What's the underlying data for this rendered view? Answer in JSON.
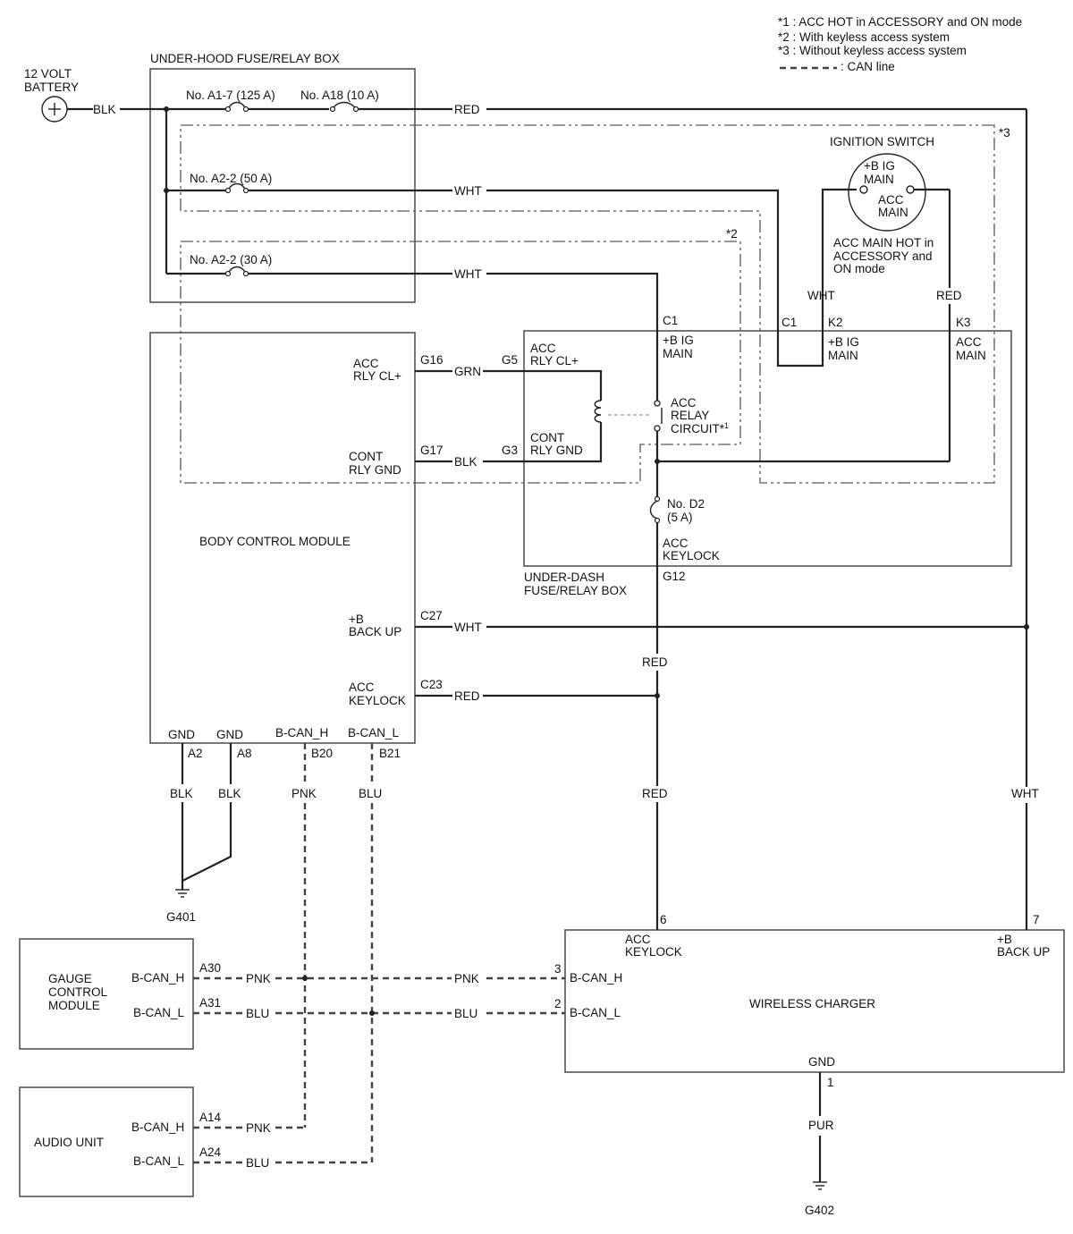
{
  "notes": {
    "n1": "*1 : ACC HOT in ACCESSORY and ON mode",
    "n2": "*2 : With keyless access system",
    "n3": "*3 : Without keyless access system",
    "n4": ": CAN line",
    "mark1": "*1",
    "mark2": "*2",
    "mark3": "*3"
  },
  "battery": {
    "line1": "12 VOLT",
    "line2": "BATTERY",
    "wire": "BLK"
  },
  "underhood": {
    "title": "UNDER-HOOD FUSE/RELAY BOX",
    "fuse_a17": "No. A1-7 (125 A)",
    "fuse_a18": "No. A18 (10 A)",
    "fuse_a22_50": "No. A2-2 (50 A)",
    "fuse_a22_30": "No. A2-2 (30 A)"
  },
  "wires": {
    "red_top": "RED",
    "wht_1": "WHT",
    "wht_2": "WHT",
    "wht_ign": "WHT",
    "red_ign": "RED",
    "grn": "GRN",
    "blk_g17": "BLK",
    "wht_c27": "WHT",
    "red_mid": "RED",
    "red_c23": "RED",
    "red_low": "RED",
    "wht_right": "WHT",
    "blk_a2": "BLK",
    "blk_a8": "BLK",
    "pnk_b20": "PNK",
    "blu_b21": "BLU",
    "pnk_gauge": "PNK",
    "blu_gauge": "BLU",
    "pnk_wc": "PNK",
    "blu_wc": "BLU",
    "pnk_audio": "PNK",
    "blu_audio": "BLU",
    "pur": "PUR"
  },
  "ignition": {
    "title": "IGNITION SWITCH",
    "bigmain_1": "+B IG",
    "bigmain_2": "MAIN",
    "accmain_1": "ACC",
    "accmain_2": "MAIN",
    "note_1": "ACC MAIN HOT in",
    "note_2": "ACCESSORY and",
    "note_3": "ON mode"
  },
  "bcm": {
    "title": "BODY CONTROL MODULE",
    "acc_rly_1": "ACC",
    "acc_rly_2": "RLY CL+",
    "cont_rly_1": "CONT",
    "cont_rly_2": "RLY GND",
    "backup_1": "+B",
    "backup_2": "BACK UP",
    "keylock_1": "ACC",
    "keylock_2": "KEYLOCK",
    "gnd1": "GND",
    "gnd2": "GND",
    "bcanh": "B-CAN_H",
    "bcanl": "B-CAN_L",
    "pin_g16": "G16",
    "pin_g17": "G17",
    "pin_c27": "C27",
    "pin_c23": "C23",
    "pin_a2": "A2",
    "pin_a8": "A8",
    "pin_b20": "B20",
    "pin_b21": "B21"
  },
  "underdash": {
    "title_1": "UNDER-DASH",
    "title_2": "FUSE/RELAY BOX",
    "pin_c1a": "C1",
    "pin_c1b": "C1",
    "pin_k2": "K2",
    "pin_k3": "K3",
    "pin_g5": "G5",
    "pin_g3": "G3",
    "pin_g12": "G12",
    "big_1": "+B IG",
    "big_2": "MAIN",
    "big2_1": "+B IG",
    "big2_2": "MAIN",
    "accmain_1": "ACC",
    "accmain_2": "MAIN",
    "accrly_1": "ACC",
    "accrly_2": "RLY CL+",
    "contrly_1": "CONT",
    "contrly_2": "RLY GND",
    "relay_1": "ACC",
    "relay_2": "RELAY",
    "relay_3": "CIRCUIT*",
    "relay_sup": "1",
    "fuse_d2_1": "No. D2",
    "fuse_d2_2": "(5 A)",
    "keylock_1": "ACC",
    "keylock_2": "KEYLOCK"
  },
  "grounds": {
    "g401": "G401",
    "g402": "G402"
  },
  "gauge": {
    "title_1": "GAUGE",
    "title_2": "CONTROL",
    "title_3": "MODULE",
    "bcanh": "B-CAN_H",
    "bcanl": "B-CAN_L",
    "pin_a30": "A30",
    "pin_a31": "A31"
  },
  "audio": {
    "title": "AUDIO UNIT",
    "bcanh": "B-CAN_H",
    "bcanl": "B-CAN_L",
    "pin_a14": "A14",
    "pin_a24": "A24"
  },
  "charger": {
    "title": "WIRELESS CHARGER",
    "keylock_1": "ACC",
    "keylock_2": "KEYLOCK",
    "backup_1": "+B",
    "backup_2": "BACK UP",
    "bcanh": "B-CAN_H",
    "bcanl": "B-CAN_L",
    "gnd": "GND",
    "pin_6": "6",
    "pin_7": "7",
    "pin_3": "3",
    "pin_2": "2",
    "pin_1": "1"
  }
}
